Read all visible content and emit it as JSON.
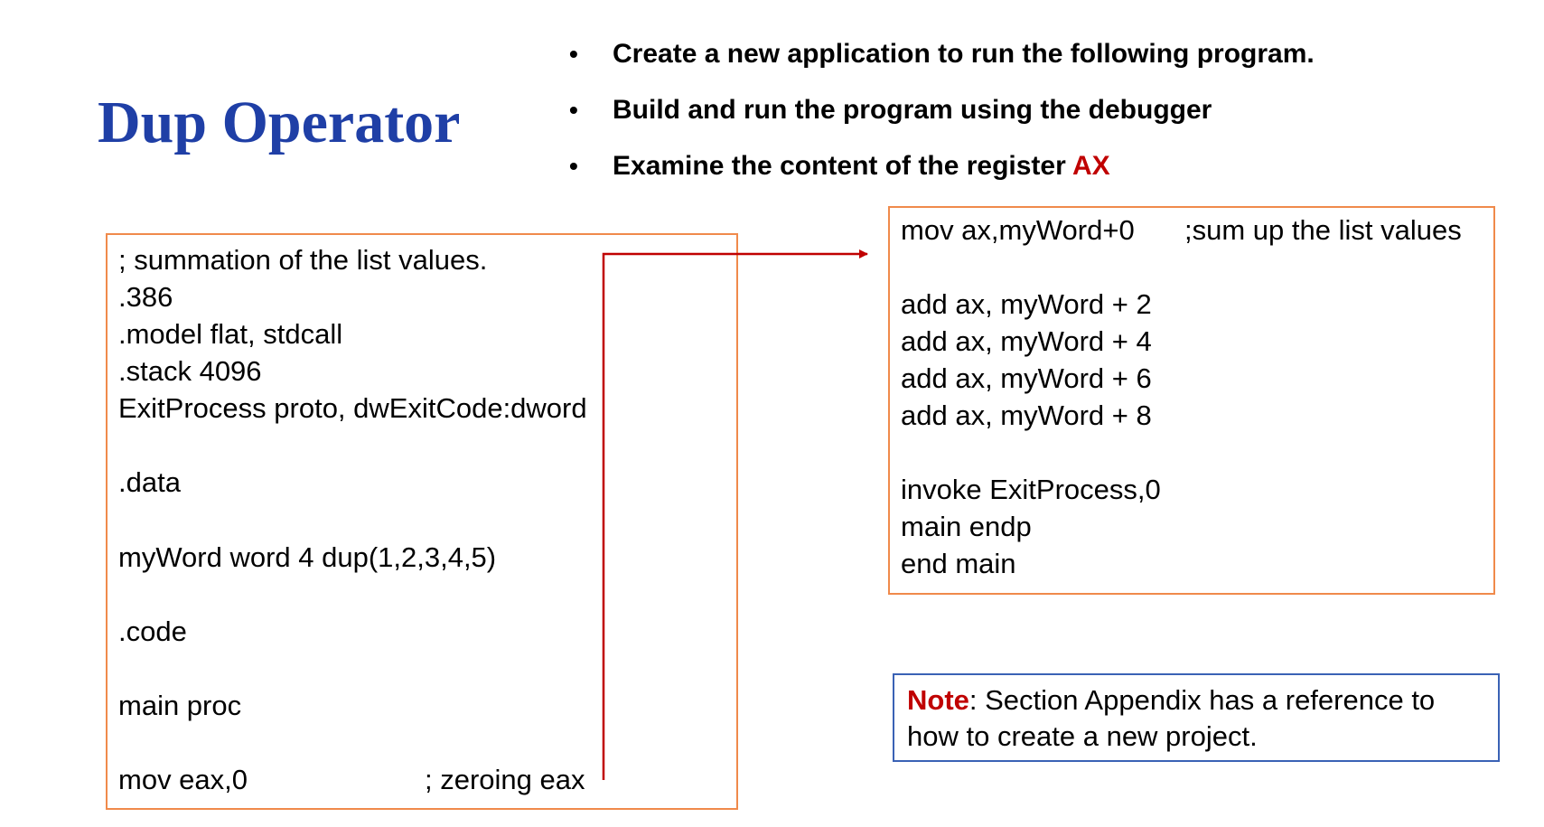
{
  "title": "Dup Operator",
  "bullets": [
    {
      "text": "Create a new application to run the following program.",
      "accent": ""
    },
    {
      "text": "Build and run the program using the debugger",
      "accent": ""
    },
    {
      "text": "Examine the content of the register ",
      "accent": "AX"
    }
  ],
  "bullet_char": "•",
  "left_code": {
    "line1": "; summation of the list values.",
    "line2": ".386",
    "line3": ".model flat, stdcall",
    "line4": ".stack 4096",
    "line5": "ExitProcess proto, dwExitCode:dword",
    "line6": ".data",
    "line7": "myWord word 4 dup(1,2,3,4,5)",
    "line8": ".code",
    "line9": "main proc",
    "line10": "mov eax,0",
    "line10_comment": "; zeroing eax"
  },
  "right_code": {
    "line1": "mov ax,myWord+0",
    "line1_comment": ";sum up the list values",
    "line2": "add ax, myWord + 2",
    "line3": "add ax, myWord + 4",
    "line4": "add ax, myWord + 6",
    "line5": "add ax, myWord + 8",
    "line6": "invoke ExitProcess,0",
    "line7": "main endp",
    "line8": "end main"
  },
  "note": {
    "label": "Note",
    "text": ": Section Appendix has a reference to how to create a new project."
  },
  "colors": {
    "title": "#1f3fa6",
    "accent": "#c00000",
    "code_border": "#f08a4b",
    "note_border": "#3a62b5",
    "arrow": "#c00000"
  }
}
